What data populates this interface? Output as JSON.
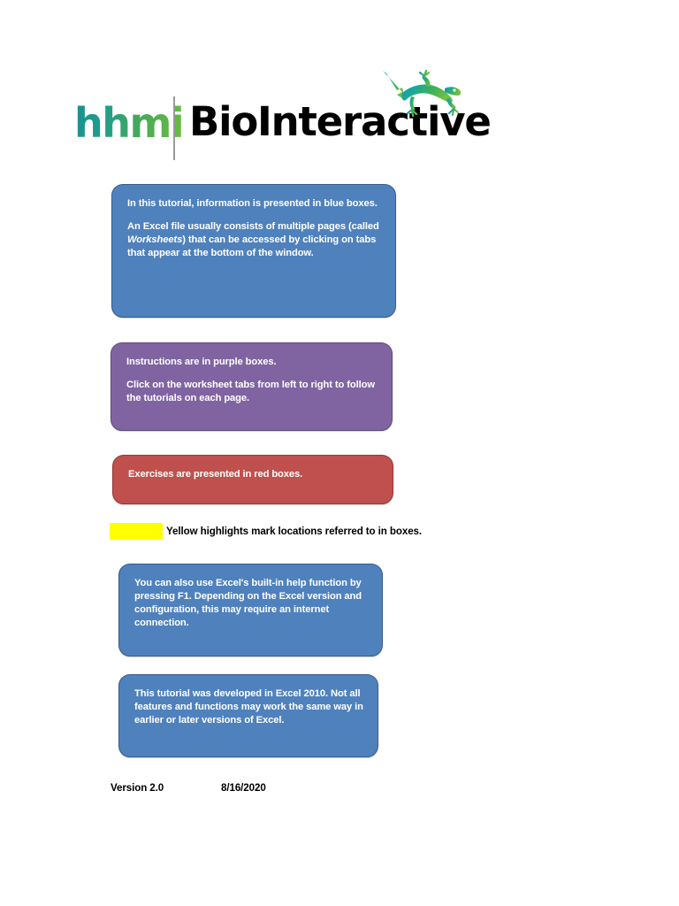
{
  "logo": {
    "brand_primary": "hhmi",
    "brand_secondary": "BioInteractive",
    "gecko_icon": "gecko-lizard-icon",
    "colors": {
      "hhmi_gradient_start": "#1a8f8f",
      "hhmi_gradient_end": "#6cbe3f",
      "bio_text": "#000000",
      "divider": "#9a9a9a"
    }
  },
  "boxes": [
    {
      "id": "intro",
      "kind": "blue",
      "color": "#4F81BD",
      "border_color": "#385D8A",
      "paragraphs": [
        "In this tutorial, information is presented in blue boxes.",
        "An Excel file usually consists of multiple pages (called Worksheets) that can be accessed by clicking on tabs that appear at the bottom of the window."
      ],
      "p1": "In this tutorial, information is presented in blue boxes.",
      "p2_before": "An Excel file usually consists of multiple pages (called ",
      "p2_italic": "Worksheets",
      "p2_after": ") that can be accessed by clicking on tabs that appear at the bottom of the window."
    },
    {
      "id": "instructions",
      "kind": "purple",
      "color": "#8064A2",
      "border_color": "#5F497A",
      "p1": "Instructions are in purple boxes.",
      "p2": "Click on the worksheet tabs from left to right to follow the tutorials on each page."
    },
    {
      "id": "exercise",
      "kind": "red",
      "color": "#C0504D",
      "border_color": "#943735",
      "p1": "Exercises are presented in red boxes."
    },
    {
      "id": "help",
      "kind": "blue",
      "color": "#4F81BD",
      "border_color": "#385D8A",
      "p1": "You can also use Excel's built-in help function by pressing F1. Depending on the Excel version and configuration, this may require an internet connection."
    },
    {
      "id": "version-note",
      "kind": "blue",
      "color": "#4F81BD",
      "border_color": "#385D8A",
      "p1": "This tutorial was developed in Excel 2010. Not all features and functions may work the same way in earlier or later versions of Excel."
    }
  ],
  "highlight": {
    "swatch_color": "#FFFF00",
    "label": "Yellow highlights mark locations referred to in boxes."
  },
  "footer": {
    "version": "Version 2.0",
    "date": "8/16/2020"
  }
}
